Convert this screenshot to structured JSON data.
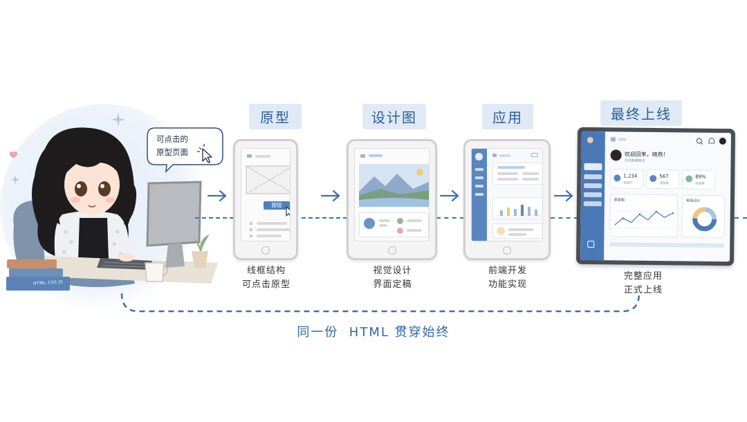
{
  "speech_bubble": {
    "line1": "可点击的",
    "line2": "原型页面"
  },
  "books": {
    "spine_text": "HTML CSS JS"
  },
  "stages": [
    {
      "title": "原型",
      "caption1": "线框结构",
      "caption2": "可点击原型",
      "button_label": "按钮"
    },
    {
      "title": "设计图",
      "caption1": "视觉设计",
      "caption2": "界面定稿"
    },
    {
      "title": "应用",
      "caption1": "前端开发",
      "caption2": "功能实现"
    },
    {
      "title": "最终上线",
      "caption1": "完整应用",
      "caption2": "正式上线"
    }
  ],
  "final_app": {
    "welcome": "欢迎回来，晓燕！",
    "welcome_sub": "今日数据概览",
    "kpis": [
      {
        "value": "1,234",
        "label": "总用户"
      },
      {
        "value": "567",
        "label": "活跃数"
      },
      {
        "value": "89%",
        "label": "完成率"
      }
    ],
    "trend_title": "趋势图",
    "source_title": "来源占比"
  },
  "bottom_label": "同一份  HTML 贯穿始终",
  "colors": {
    "accent": "#3c6fb0",
    "sidebar": "#4a79b8",
    "stage_bg": "#dfeaf6"
  }
}
